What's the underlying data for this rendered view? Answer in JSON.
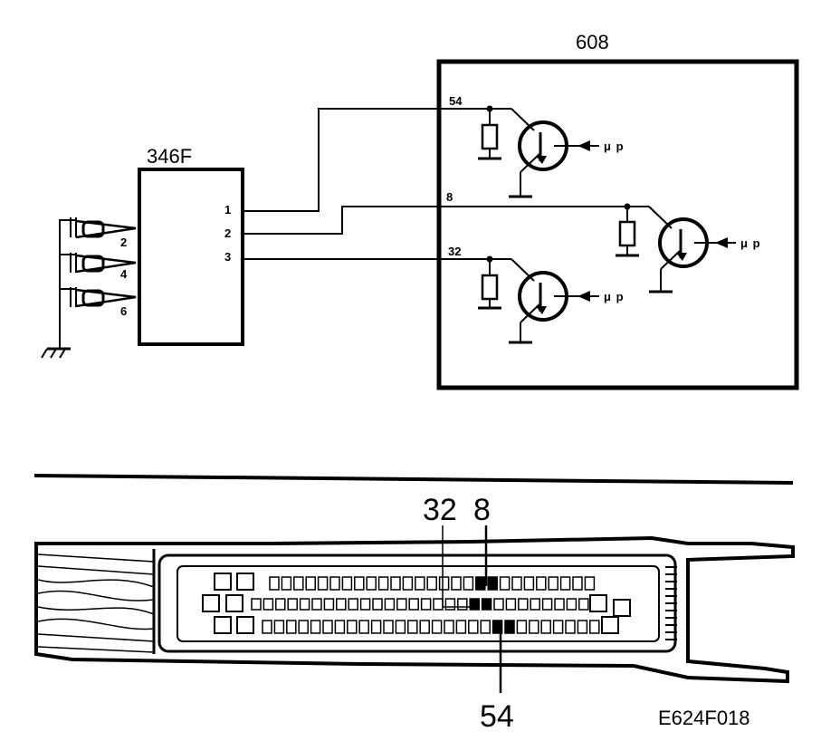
{
  "ecu": {
    "label": "608",
    "pins": {
      "p54": "54",
      "p8": "8",
      "p32": "32"
    },
    "drive_input": "μ p"
  },
  "module": {
    "label": "346F",
    "pins": [
      "1",
      "2",
      "3"
    ],
    "connector_pins": [
      "2",
      "4",
      "6"
    ]
  },
  "connector_view": {
    "callouts": {
      "c32": "32",
      "c8": "8",
      "c54": "54"
    }
  },
  "figure_id": "E624F018"
}
